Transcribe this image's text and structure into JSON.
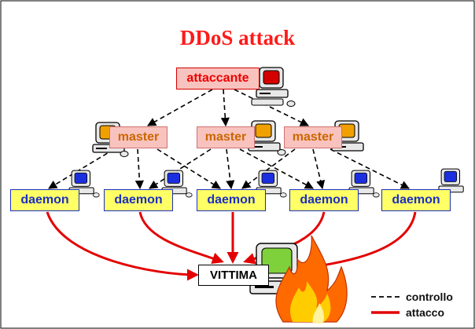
{
  "diagram": {
    "title": "DDoS attack",
    "attacker_label": "attaccante",
    "master_labels": [
      "master",
      "master",
      "master"
    ],
    "daemon_labels": [
      "daemon",
      "daemon",
      "daemon",
      "daemon",
      "daemon"
    ],
    "victim_label": "VITTIMA",
    "edges": {
      "control": [
        [
          "attaccante",
          "master-1"
        ],
        [
          "attaccante",
          "master-2"
        ],
        [
          "attaccante",
          "master-3"
        ],
        [
          "master-1",
          "daemon-1"
        ],
        [
          "master-1",
          "daemon-2"
        ],
        [
          "master-1",
          "daemon-3"
        ],
        [
          "master-2",
          "daemon-2"
        ],
        [
          "master-2",
          "daemon-3"
        ],
        [
          "master-2",
          "daemon-4"
        ],
        [
          "master-3",
          "daemon-3"
        ],
        [
          "master-3",
          "daemon-4"
        ],
        [
          "master-3",
          "daemon-5"
        ]
      ],
      "attack": [
        [
          "daemon-1",
          "VITTIMA"
        ],
        [
          "daemon-2",
          "VITTIMA"
        ],
        [
          "daemon-3",
          "VITTIMA"
        ],
        [
          "daemon-4",
          "VITTIMA"
        ],
        [
          "daemon-5",
          "VITTIMA"
        ]
      ]
    }
  },
  "legend": {
    "control_label": "controllo",
    "attack_label": "attacco"
  },
  "colors": {
    "title": "#ff1a1a",
    "attack_line": "#e30000",
    "control_line": "#000000",
    "attacker_fill": "#f8c3be",
    "master_text": "#cc6600",
    "daemon_fill": "#ffff66",
    "daemon_text": "#1b2fc0"
  },
  "icons": [
    "computer-icon",
    "fire-icon"
  ]
}
